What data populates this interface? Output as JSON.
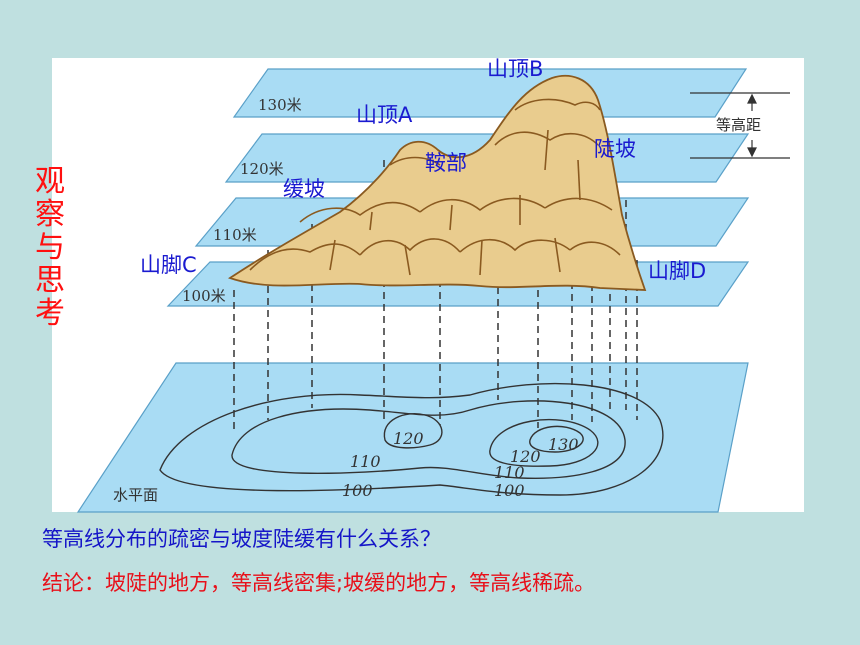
{
  "side_title": [
    "观",
    "察",
    "与",
    "思",
    "考"
  ],
  "question": "等高线分布的疏密与坡度陡缓有什么关系？",
  "conclusion": "结论：坡陡的地方，等高线密集;坡缓的地方，等高线稀疏。",
  "diagram": {
    "labels": {
      "peak_b": "山顶B",
      "peak_a": "山顶A",
      "saddle": "鞍部",
      "steep_slope": "陡坡",
      "gentle_slope": "缓坡",
      "foot_c": "山脚C",
      "foot_d": "山脚D",
      "contour_interval": "等高距"
    },
    "plane_labels": [
      "130米",
      "120米",
      "110米",
      "100米"
    ],
    "base_label": "水平面",
    "contour_values": [
      "120",
      "110",
      "100",
      "120",
      "110",
      "100",
      "130"
    ]
  },
  "colors": {
    "background": "#bfe0e0",
    "plane_fill": "#a9dcf4",
    "mountain": "#e9cc8e",
    "mountain_stroke": "#8a5a20",
    "question": "#1515c8",
    "conclusion": "#e8101a",
    "side_title": "#ff1010"
  }
}
